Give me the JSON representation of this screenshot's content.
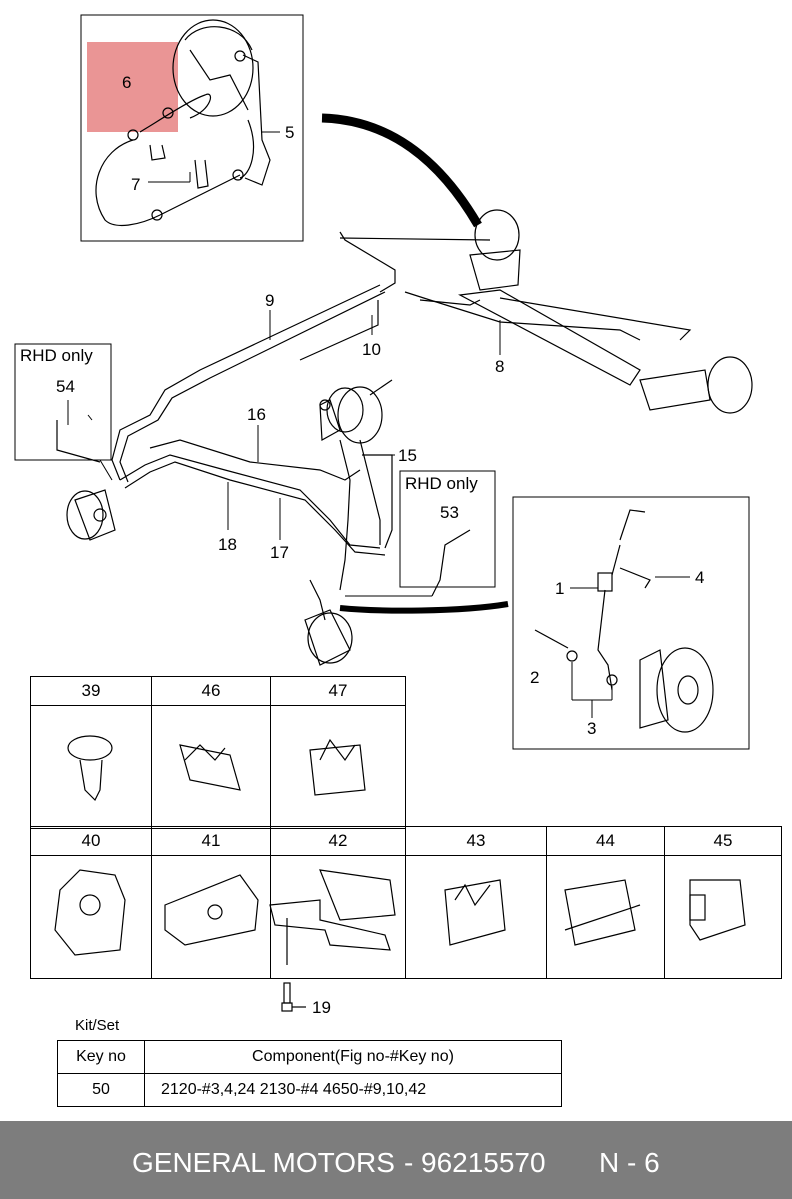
{
  "callouts": {
    "c1": "1",
    "c2": "2",
    "c3": "3",
    "c4": "4",
    "c5": "5",
    "c6": "6",
    "c7": "7",
    "c8": "8",
    "c9": "9",
    "c10": "10",
    "c15": "15",
    "c16": "16",
    "c17": "17",
    "c18": "18",
    "c19": "19",
    "c53": "53",
    "c54": "54"
  },
  "rhd_boxes": {
    "left_title": "RHD only",
    "right_title": "RHD only"
  },
  "parts_row1": [
    {
      "key": "39"
    },
    {
      "key": "46"
    },
    {
      "key": "47"
    }
  ],
  "parts_row2": [
    {
      "key": "40"
    },
    {
      "key": "41"
    },
    {
      "key": "42"
    },
    {
      "key": "43"
    },
    {
      "key": "44"
    },
    {
      "key": "45"
    }
  ],
  "kit": {
    "caption": "Kit/Set",
    "header_key": "Key no",
    "header_component": "Component(Fig no-#Key no)",
    "row_key": "50",
    "row_component": "2120-#3,4,24  2130-#4  4650-#9,10,42"
  },
  "footer": {
    "brand": "GENERAL MOTORS",
    "separator": "-",
    "part_number": "96215570",
    "page": "N - 6"
  },
  "colors": {
    "highlight": "#e88a8a",
    "footer_bg": "#7d7d7d"
  }
}
